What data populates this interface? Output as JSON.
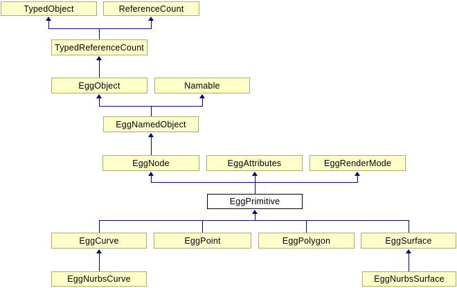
{
  "diagram": {
    "type": "class-inheritance-diagram",
    "colors": {
      "background": "#ffffff",
      "node_fill": "#ffffcc",
      "node_border": "#acac64",
      "highlight_fill": "#ffffff",
      "highlight_border": "#000000",
      "arrow": "#000080",
      "text": "#000000"
    },
    "nodes": [
      {
        "label": "TypedObject",
        "highlighted": false
      },
      {
        "label": "ReferenceCount",
        "highlighted": false
      },
      {
        "label": "TypedReferenceCount",
        "highlighted": false
      },
      {
        "label": "EggObject",
        "highlighted": false
      },
      {
        "label": "Namable",
        "highlighted": false
      },
      {
        "label": "EggNamedObject",
        "highlighted": false
      },
      {
        "label": "EggNode",
        "highlighted": false
      },
      {
        "label": "EggAttributes",
        "highlighted": false
      },
      {
        "label": "EggRenderMode",
        "highlighted": false
      },
      {
        "label": "EggPrimitive",
        "highlighted": true
      },
      {
        "label": "EggCurve",
        "highlighted": false
      },
      {
        "label": "EggPoint",
        "highlighted": false
      },
      {
        "label": "EggPolygon",
        "highlighted": false
      },
      {
        "label": "EggSurface",
        "highlighted": false
      },
      {
        "label": "EggNurbsCurve",
        "highlighted": false
      },
      {
        "label": "EggNurbsSurface",
        "highlighted": false
      }
    ],
    "edges": [
      {
        "from": "TypedReferenceCount",
        "to": "TypedObject"
      },
      {
        "from": "TypedReferenceCount",
        "to": "ReferenceCount"
      },
      {
        "from": "EggObject",
        "to": "TypedReferenceCount"
      },
      {
        "from": "EggNamedObject",
        "to": "EggObject"
      },
      {
        "from": "EggNamedObject",
        "to": "Namable"
      },
      {
        "from": "EggNode",
        "to": "EggNamedObject"
      },
      {
        "from": "EggPrimitive",
        "to": "EggNode"
      },
      {
        "from": "EggPrimitive",
        "to": "EggAttributes"
      },
      {
        "from": "EggPrimitive",
        "to": "EggRenderMode"
      },
      {
        "from": "EggCurve",
        "to": "EggPrimitive"
      },
      {
        "from": "EggPoint",
        "to": "EggPrimitive"
      },
      {
        "from": "EggPolygon",
        "to": "EggPrimitive"
      },
      {
        "from": "EggSurface",
        "to": "EggPrimitive"
      },
      {
        "from": "EggNurbsCurve",
        "to": "EggCurve"
      },
      {
        "from": "EggNurbsSurface",
        "to": "EggSurface"
      }
    ]
  }
}
